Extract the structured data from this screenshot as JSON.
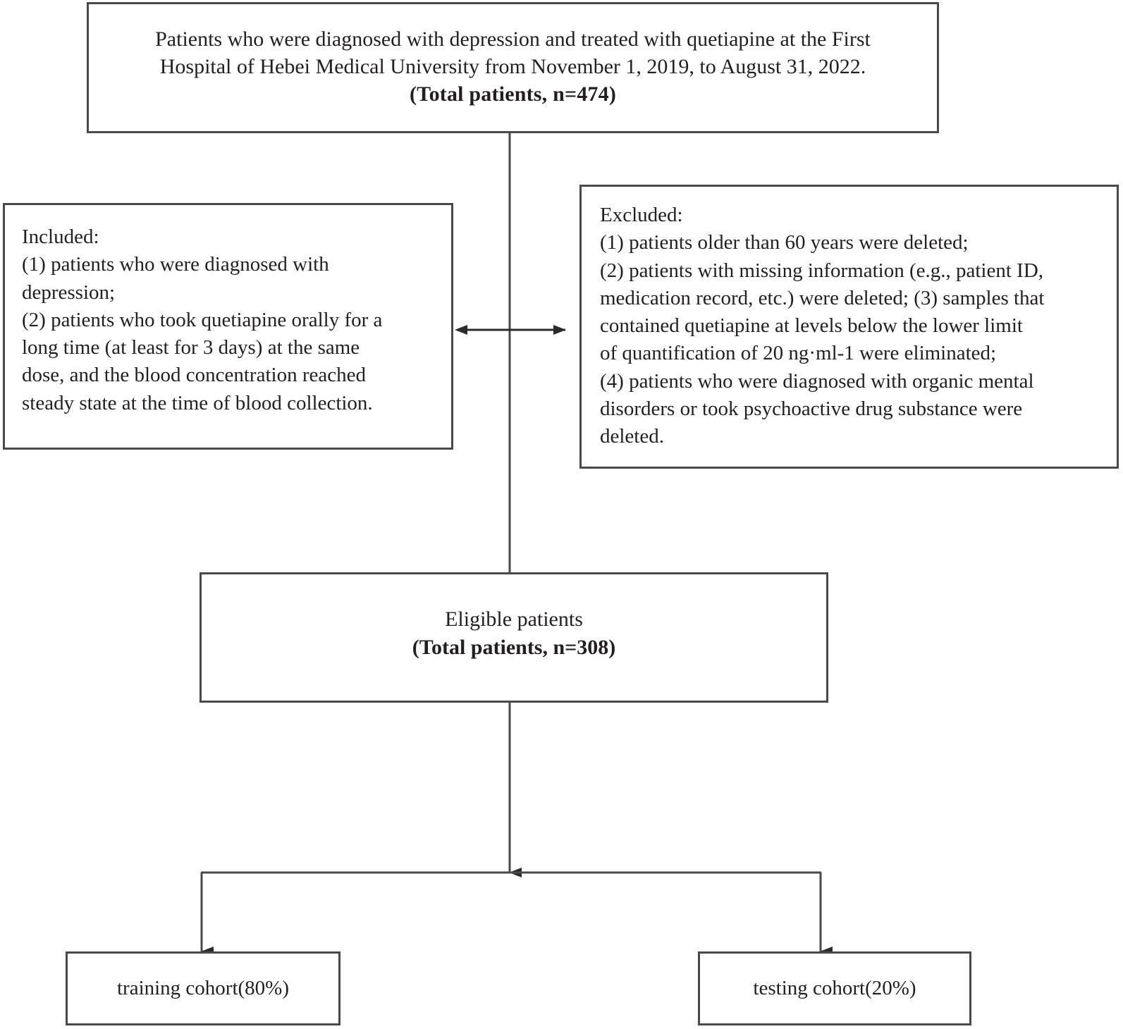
{
  "diagram": {
    "title": "Patient selection flowchart",
    "line_color": "#4a4a4a",
    "text_color": "#231f20",
    "background": "#ffffff",
    "nodes": {
      "total_patients": {
        "line1": "Patients who  were diagnosed with depression and treated with quetiapine at the First",
        "line2": "Hospital of Hebei Medical University from November 1, 2019, to August 31, 2022.",
        "count_label": "(Total patients, n=474)",
        "count_value": 474
      },
      "included": {
        "heading": "Included:",
        "line1": "(1) patients who were diagnosed with",
        "line2": "depression;",
        "line3": "(2) patients who took quetiapine orally for a",
        "line4": "long time (at least for 3 days) at the same",
        "line5": "dose, and the blood concentration reached",
        "line6": "steady state at the time of blood collection."
      },
      "excluded": {
        "heading": "Excluded:",
        "line1": "(1) patients older than 60 years were deleted;",
        "line2": "(2) patients with missing information (e.g., patient ID,",
        "line3": "medication record, etc.) were deleted; (3) samples that",
        "line4": "contained quetiapine at levels below the lower limit",
        "line5": "of quantification of 20 ng·ml-1 were eliminated;",
        "line6": "(4) patients who were diagnosed with organic mental",
        "line7": "disorders or took psychoactive drug substance were",
        "line8": "deleted."
      },
      "eligible": {
        "line1": "Eligible patients",
        "count_label": "(Total patients, n=308)",
        "count_value": 308
      },
      "training_cohort": {
        "label": "training cohort(80%)",
        "percent": 80
      },
      "testing_cohort": {
        "label": "testing cohort(20%)",
        "percent": 20
      }
    },
    "connectors": [
      {
        "name": "total-to-eligible-trunk",
        "type": "line"
      },
      {
        "name": "included-excluded-bidirectional",
        "type": "double-arrow"
      },
      {
        "name": "eligible-to-split",
        "type": "arrow-down"
      },
      {
        "name": "split-bus",
        "type": "line"
      },
      {
        "name": "split-to-training",
        "type": "arrow-down"
      },
      {
        "name": "split-to-testing",
        "type": "arrow-down"
      }
    ]
  }
}
